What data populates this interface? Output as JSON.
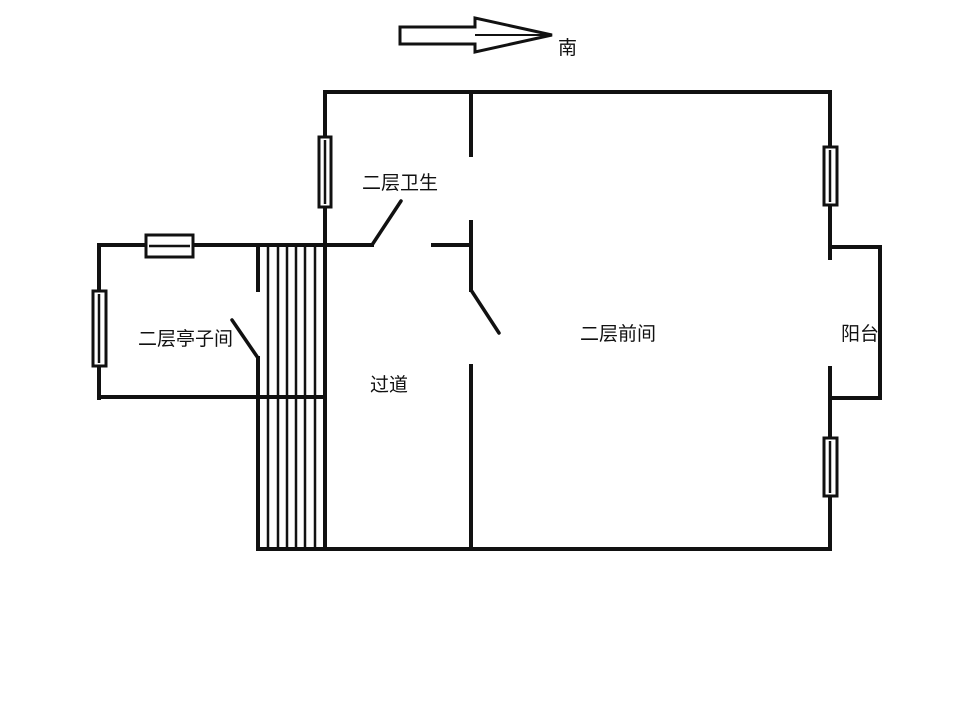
{
  "compass": {
    "label": "南"
  },
  "rooms": {
    "bathroom": "二层卫生",
    "pavilion_room": "二层亭子间",
    "corridor": "过道",
    "front_room": "二层前间",
    "balcony": "阳台"
  }
}
